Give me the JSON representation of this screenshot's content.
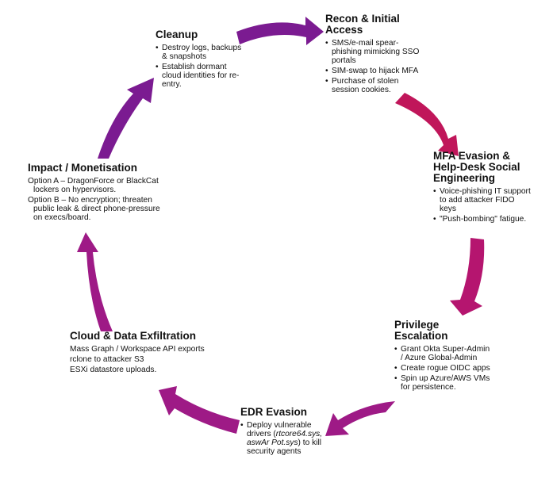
{
  "diagram": {
    "type": "cycle",
    "colors": {
      "arrow_purple": "#7b1b91",
      "arrow_magenta": "#9e1a86",
      "arrow_crimson": "#c0165a",
      "arrow_pink": "#b5156f",
      "text": "#111111",
      "background": "#ffffff"
    },
    "stages": [
      {
        "id": "recon",
        "title": "Recon & Initial Access",
        "bullets": [
          "SMS/e-mail spear-phishing mimicking SSO portals",
          "SIM-swap to hijack MFA",
          "Purchase of stolen session cookies."
        ]
      },
      {
        "id": "mfa",
        "title": "MFA Evasion & Help-Desk Social Engineering",
        "bullets": [
          "Voice-phishing IT support to add attacker FIDO keys",
          "\"Push-bombing\" fatigue."
        ]
      },
      {
        "id": "priv",
        "title": "Privilege Escalation",
        "bullets": [
          "Grant Okta Super-Admin / Azure Global-Admin",
          "Create rogue OIDC apps",
          "Spin up Azure/AWS VMs for persistence."
        ]
      },
      {
        "id": "edr",
        "title": "EDR Evasion",
        "bullet_parts": {
          "before": "Deploy vulnerable drivers (",
          "italic1": "rtcore64.sys, aswAr Pot.sys",
          "after": ") to kill security agents"
        }
      },
      {
        "id": "cloud",
        "title": "Cloud & Data Exfiltration",
        "lines": [
          "Mass Graph / Workspace API exports",
          "rclone to attacker S3",
          "ESXi datastore uploads."
        ]
      },
      {
        "id": "impact",
        "title": "Impact / Monetisation",
        "lines": [
          "Option A – DragonForce or BlackCat lockers on hypervisors.",
          "Option B – No encryption; threaten public leak & direct phone-pressure on execs/board."
        ]
      },
      {
        "id": "cleanup",
        "title": "Cleanup",
        "bullets": [
          "Destroy logs, backups & snapshots",
          "Establish dormant cloud identities for re-entry."
        ]
      }
    ],
    "arrows": [
      {
        "name": "arrow-cleanup-to-recon",
        "from": "cleanup",
        "to": "recon",
        "color_key": "arrow_purple"
      },
      {
        "name": "arrow-recon-to-mfa",
        "from": "recon",
        "to": "mfa",
        "color_key": "arrow_crimson"
      },
      {
        "name": "arrow-mfa-to-priv",
        "from": "mfa",
        "to": "priv",
        "color_key": "arrow_pink"
      },
      {
        "name": "arrow-priv-to-edr",
        "from": "priv",
        "to": "edr",
        "color_key": "arrow_magenta"
      },
      {
        "name": "arrow-edr-to-cloud",
        "from": "edr",
        "to": "cloud",
        "color_key": "arrow_magenta"
      },
      {
        "name": "arrow-cloud-to-impact",
        "from": "cloud",
        "to": "impact",
        "color_key": "arrow_magenta"
      },
      {
        "name": "arrow-impact-to-cleanup",
        "from": "impact",
        "to": "cleanup",
        "color_key": "arrow_purple"
      }
    ]
  }
}
